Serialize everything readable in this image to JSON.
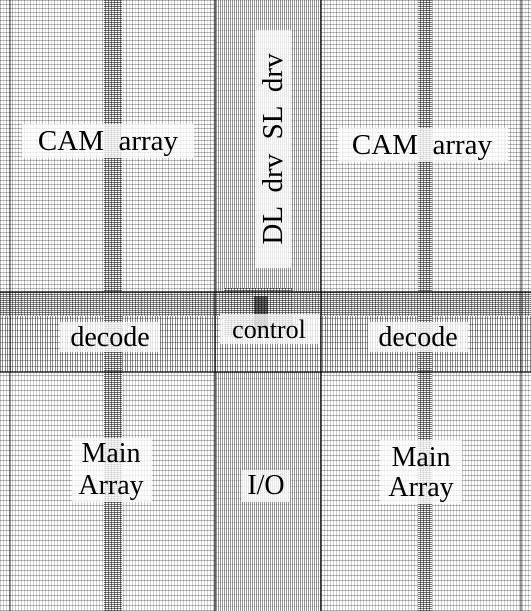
{
  "blocks": {
    "cam_left": "CAM  array",
    "cam_right": "CAM  array",
    "driver_column": "DL  drv  SL  drv",
    "decode_left": "decode",
    "control": "control",
    "decode_right": "decode",
    "main_left_line1": "Main",
    "main_left_line2": "Array",
    "io": "I/O",
    "main_right_line1": "Main",
    "main_right_line2": "Array"
  },
  "colors": {
    "background": "#ffffff",
    "layout_lines": "#000000",
    "text": "#000000"
  }
}
